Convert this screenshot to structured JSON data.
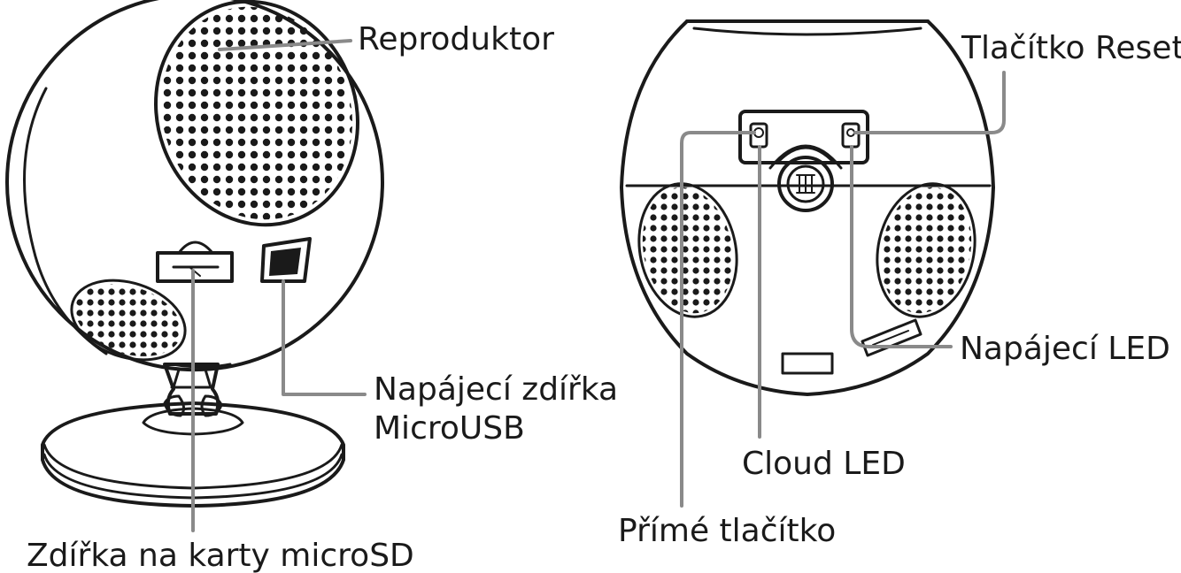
{
  "colors": {
    "outline": "#1a1a1a",
    "leader": "#8a8a8a",
    "background": "#ffffff"
  },
  "left_view": {
    "labels": {
      "speaker": "Reproduktor",
      "power_port_line1": "Napájecí zdířka",
      "power_port_line2": "MicroUSB",
      "sd_slot": "Zdířka na karty microSD"
    }
  },
  "right_view": {
    "labels": {
      "reset_button": "Tlačítko Reset",
      "power_led": "Napájecí LED",
      "cloud_led": "Cloud LED",
      "direct_button": "Přímé tlačítko"
    }
  }
}
